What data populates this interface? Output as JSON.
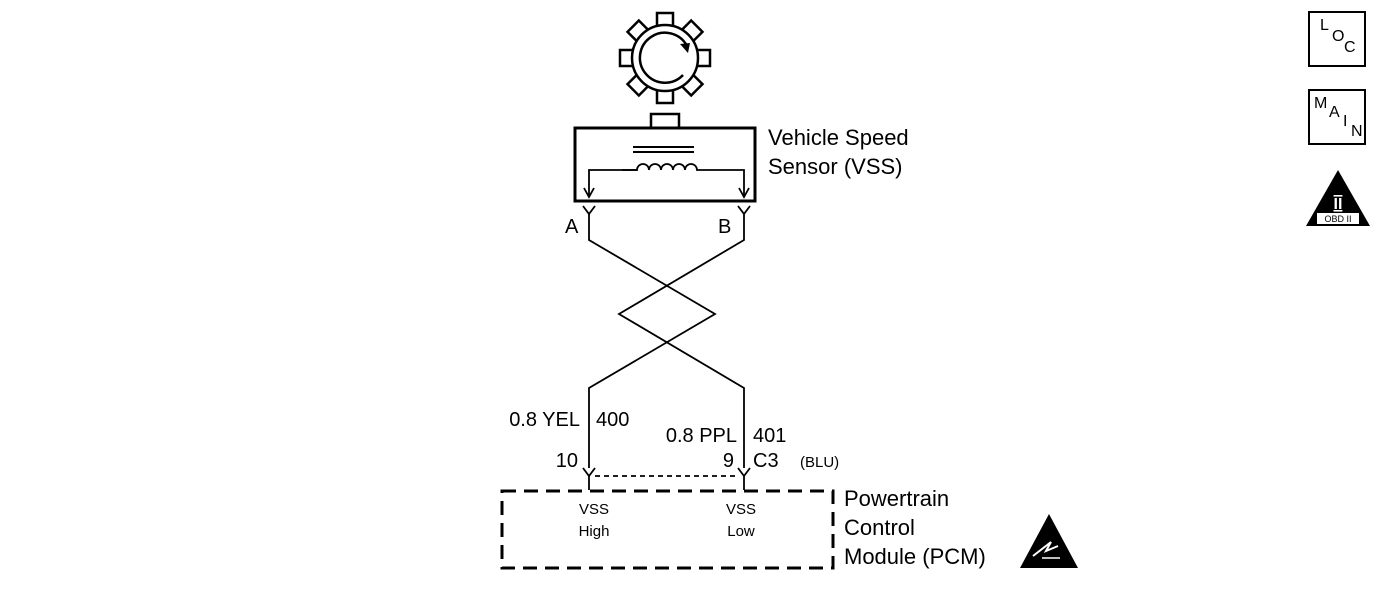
{
  "nav": {
    "loc": [
      "L",
      "O",
      "C"
    ],
    "main": [
      "M",
      "A",
      "I",
      "N"
    ],
    "obd_numeral": "II",
    "obd_label": "OBD II"
  },
  "sensor": {
    "name_line1": "Vehicle Speed",
    "name_line2": "Sensor (VSS)",
    "terminal_a": "A",
    "terminal_b": "B"
  },
  "wires": {
    "left_size_color": "0.8 YEL",
    "left_circuit": "400",
    "right_size_color": "0.8 PPL",
    "right_circuit": "401"
  },
  "connector": {
    "left_pin": "10",
    "right_pin": "9",
    "name": "C3",
    "color": "(BLU)"
  },
  "module": {
    "name_line1": "Powertrain",
    "name_line2": "Control",
    "name_line3": "Module (PCM)",
    "input_high_line1": "VSS",
    "input_high_line2": "High",
    "input_low_line1": "VSS",
    "input_low_line2": "Low"
  }
}
